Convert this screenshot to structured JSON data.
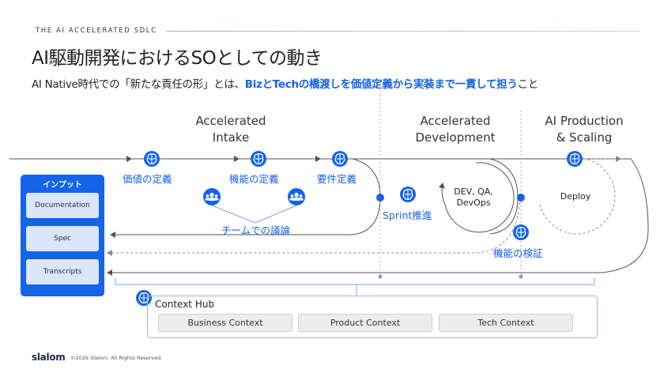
{
  "header": {
    "eyebrow": "THE AI ACCELERATED SDLC",
    "title": "AI駆動開発におけるSOとしての動き",
    "subtitle_pre": "AI Native時代での「新たな責任の形」とは、",
    "subtitle_highlight": "BizとTechの橋渡しを価値定義から実装まで一貫して担う",
    "subtitle_post": "こと"
  },
  "phases": {
    "intake_line1": "Accelerated",
    "intake_line2": "Intake",
    "dev_line1": "Accelerated",
    "dev_line2": "Development",
    "prod_line1": "AI Production",
    "prod_line2": "& Scaling"
  },
  "steps": {
    "value_definition": "価値の定義",
    "feature_definition": "機能の定義",
    "requirements": "要件定義",
    "team_discussion": "チームでの議論",
    "sprint": "Sprint推進",
    "feature_verification": "機能の検証"
  },
  "circles": {
    "dev_line1": "DEV, QA,",
    "dev_line2": "DevOps",
    "deploy": "Deploy"
  },
  "input_panel": {
    "title": "インプット",
    "items": [
      "Documentation",
      "Spec",
      "Transcripts"
    ]
  },
  "context_hub": {
    "label": "Context Hub",
    "items": [
      "Business Context",
      "Product Context",
      "Tech Context"
    ]
  },
  "footer": {
    "logo": "slalom",
    "copyright": "©2026 Slalom. All Rights Reserved."
  },
  "colors": {
    "accent": "#1463e8",
    "line": "#555555",
    "dashed": "#888888",
    "input_panel": "#1463e8",
    "input_item": "#dbe6fb"
  },
  "icons": {
    "ai_brain": "ai-brain-icon",
    "team": "team-icon"
  }
}
